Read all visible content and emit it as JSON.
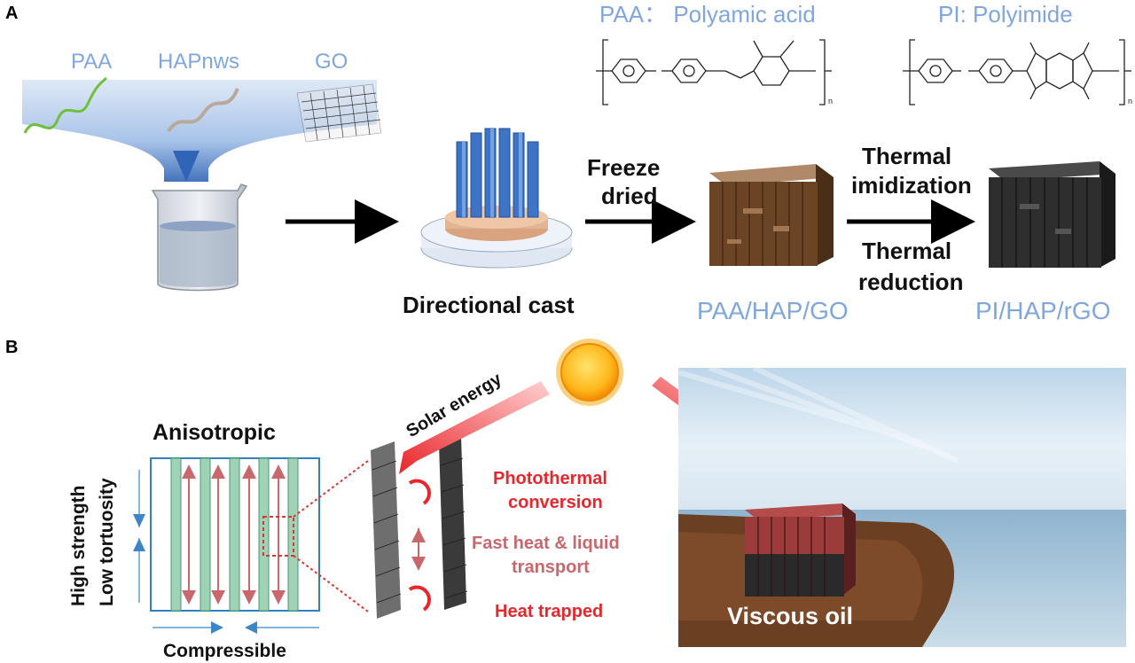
{
  "panel_a": {
    "label": "A",
    "inputs": [
      "PAA",
      "HAPnws",
      "GO"
    ],
    "paa_title": "PAA： Polyamic acid",
    "pi_title": "PI: Polyimide",
    "paa_subscript": "n",
    "pi_subscript": "n",
    "step1": "Directional cast",
    "step2_lines": [
      "Freeze",
      "dried"
    ],
    "step3_top": [
      "Thermal",
      "imidization"
    ],
    "step3_bottom": [
      "Thermal",
      "reduction"
    ],
    "product1": "PAA/HAP/GO",
    "product2": "PI/HAP/rGO"
  },
  "panel_b": {
    "label": "B",
    "structure_title": "Anisotropic",
    "left_axis": [
      "High strength",
      "Low tortuosity"
    ],
    "bottom_label": "Compressible",
    "solar": "Solar energy",
    "mech1": [
      "Photothermal",
      "conversion"
    ],
    "mech2": [
      "Fast heat & liquid",
      "transport"
    ],
    "mech3": "Heat trapped",
    "scene_label": "Viscous oil"
  },
  "colors": {
    "accent_blue": "#7fa6dd",
    "red": "#e8262b",
    "pink": "#c9686c",
    "brown": "#6b4426",
    "black_aerogel": "#2b2b2b"
  }
}
